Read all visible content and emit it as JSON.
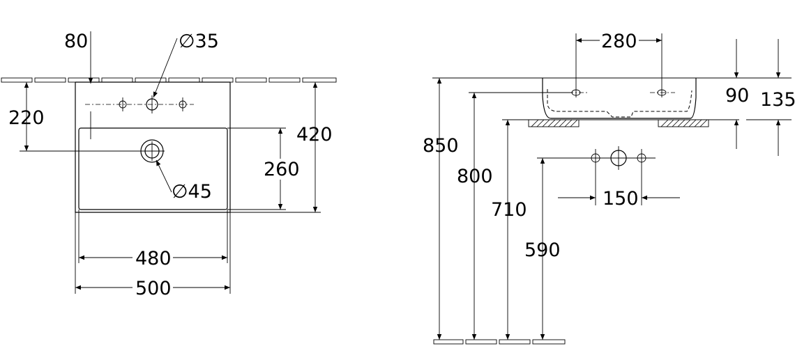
{
  "front_view": {
    "dims": {
      "d80": "80",
      "phi35": "∅35",
      "d220": "220",
      "d420": "420",
      "d260": "260",
      "phi45": "∅45",
      "d480": "480",
      "d500": "500"
    }
  },
  "side_view": {
    "dims": {
      "d280": "280",
      "d90": "90",
      "d135": "135",
      "d850": "850",
      "d800": "800",
      "d710": "710",
      "d590": "590",
      "d150": "150"
    }
  }
}
